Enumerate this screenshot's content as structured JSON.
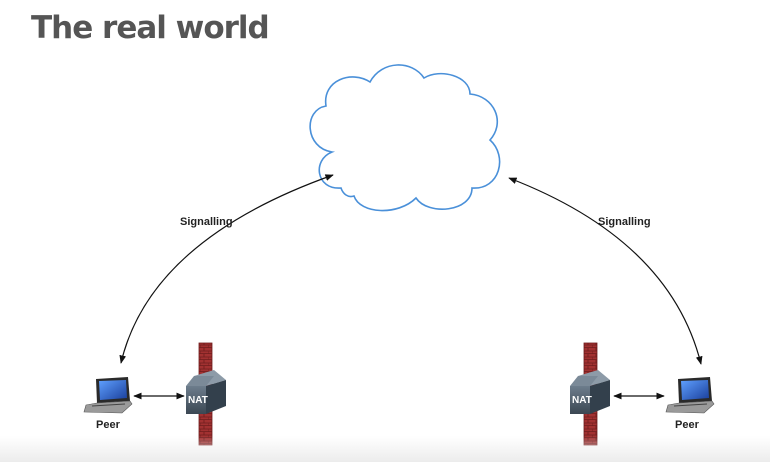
{
  "slide": {
    "title": "The real world"
  },
  "diagram": {
    "signalling_left": "Signalling",
    "signalling_right": "Signalling",
    "peer_left": "Peer",
    "peer_right": "Peer",
    "nat_left": "NAT",
    "nat_right": "NAT",
    "colors": {
      "cloud_stroke": "#4a90d9",
      "firewall": "#9b2d2d",
      "nat_box": "#4a5a6a",
      "arrow": "#111111"
    },
    "icons": [
      "cloud-icon",
      "laptop-icon",
      "firewall-icon",
      "nat-router-icon"
    ]
  }
}
